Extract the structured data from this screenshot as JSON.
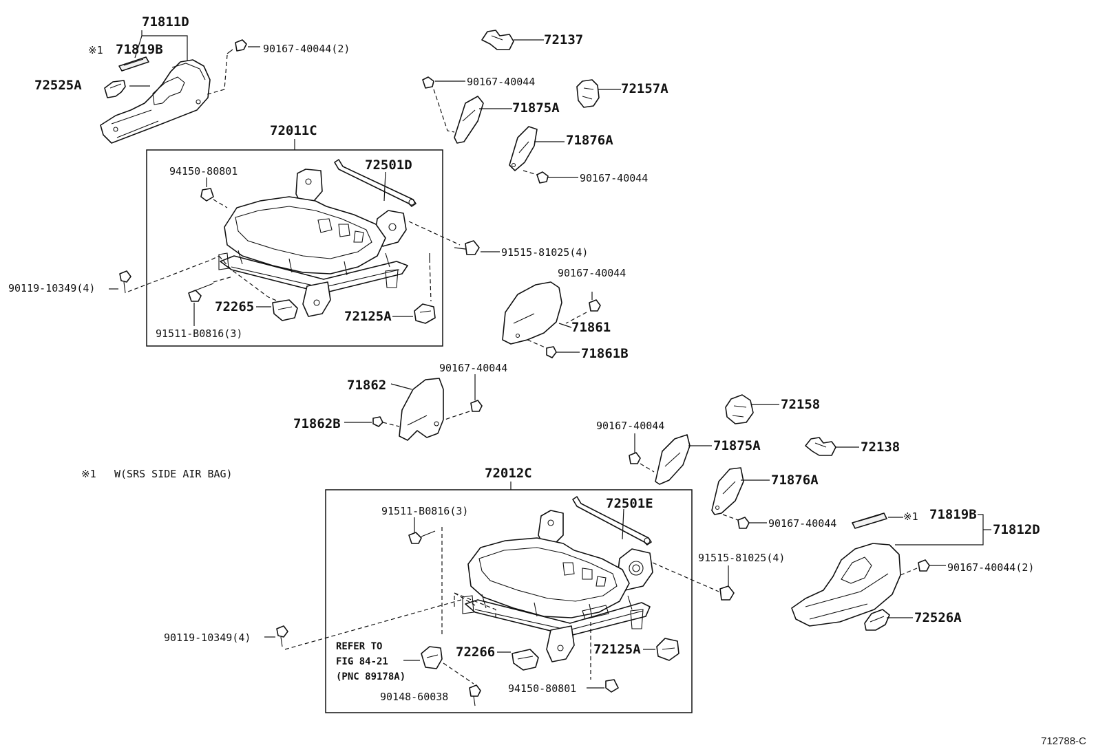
{
  "note": {
    "symbol": "※1",
    "text": "W(SRS SIDE AIR BAG)"
  },
  "refer": {
    "line1": "REFER TO",
    "line2": "FIG 84-21",
    "line3": "(PNC 89178A)"
  },
  "figure_code": "712788-C",
  "labels": {
    "p71811D": "71811D",
    "p71819B_top": "71819B",
    "mark1_top": "※1",
    "p72525A": "72525A",
    "s90167_40044_2_top": "90167-40044(2)",
    "p72137": "72137",
    "s90167_40044_a": "90167-40044",
    "p71875A_top": "71875A",
    "p72157A": "72157A",
    "p71876A_top": "71876A",
    "s90167_40044_b": "90167-40044",
    "p72011C": "72011C",
    "s94150_80801_top": "94150-80801",
    "p72501D": "72501D",
    "s91515_81025_top": "91515-81025(4)",
    "s90119_10349_top": "90119-10349(4)",
    "p72265": "72265",
    "p72125A_top": "72125A",
    "s91511_B0816_top": "91511-B0816(3)",
    "s90167_40044_c": "90167-40044",
    "p71861": "71861",
    "p71861B": "71861B",
    "p71862": "71862",
    "s90167_40044_d": "90167-40044",
    "p71862B": "71862B",
    "p72158": "72158",
    "s90167_40044_e": "90167-40044",
    "p71875A_bot": "71875A",
    "p72138": "72138",
    "p72012C": "72012C",
    "p71876A_bot": "71876A",
    "s91511_B0816_bot": "91511-B0816(3)",
    "p72501E": "72501E",
    "s90167_40044_f": "90167-40044",
    "mark1_bot": "※1",
    "p71819B_bot": "71819B",
    "p71812D": "71812D",
    "s91515_81025_bot": "91515-81025(4)",
    "s90167_40044_2_bot": "90167-40044(2)",
    "s90119_10349_bot": "90119-10349(4)",
    "p72266": "72266",
    "p72125A_bot": "72125A",
    "s94150_80801_bot": "94150-80801",
    "s90148_60038": "90148-60038",
    "p72526A": "72526A"
  }
}
